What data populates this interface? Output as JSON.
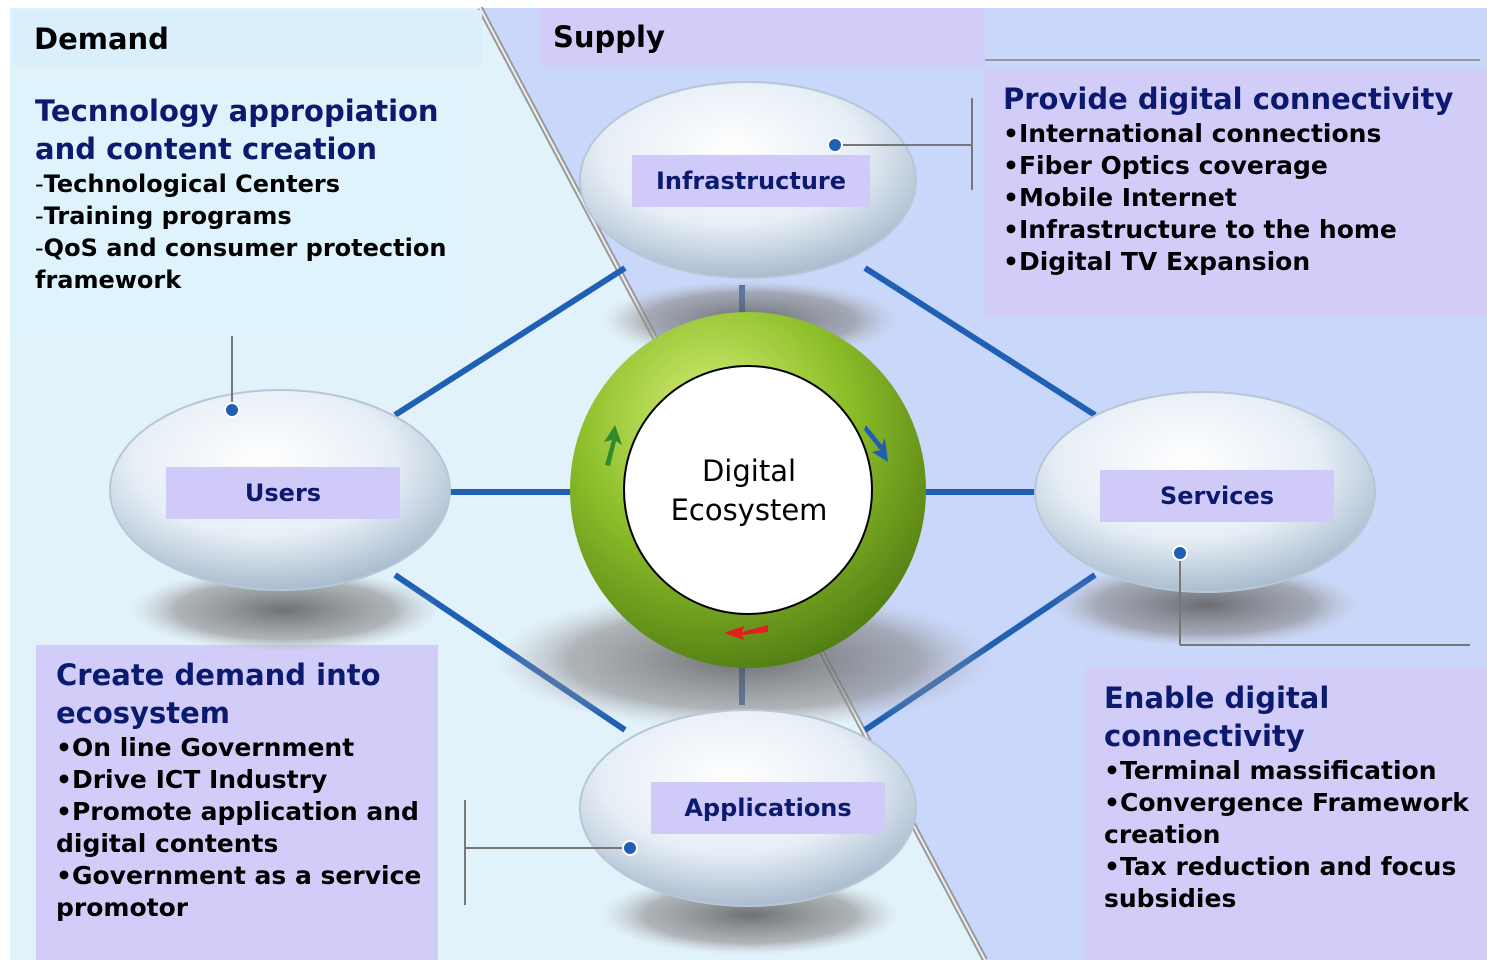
{
  "panels": {
    "demand_title": "Demand",
    "supply_title": "Supply"
  },
  "center": {
    "line1": "Digital",
    "line2": "Ecosystem"
  },
  "nodes": {
    "infrastructure": "Infrastructure",
    "users": "Users",
    "services": "Services",
    "applications": "Applications"
  },
  "top_left": {
    "heading_line1": "Tecnnology appropiation",
    "heading_line2": "and content creation",
    "items": [
      "Technological Centers",
      "Training programs",
      "QoS and consumer protection",
      "framework"
    ],
    "dash": "-"
  },
  "top_right": {
    "heading": "Provide digital connectivity",
    "items": [
      "•International connections",
      "•Fiber Optics coverage",
      "•Mobile Internet",
      "•Infrastructure to the home",
      "•Digital TV Expansion"
    ]
  },
  "bottom_left": {
    "heading_line1": "Create demand into",
    "heading_line2": "ecosystem",
    "items": [
      "•On line Government",
      "•Drive ICT Industry",
      "•Promote application and",
      "digital contents",
      "•Government as a service",
      "promotor"
    ]
  },
  "bottom_right": {
    "heading_line1": "Enable digital",
    "heading_line2": "connectivity",
    "items": [
      "•Terminal massification",
      "•Convergence Framework",
      "creation",
      "•Tax reduction and focus",
      "subsidies"
    ]
  },
  "colors": {
    "demand_bg": "#e2f2fb",
    "supply_bg": "#c9d7fa",
    "panel_box": "#d2cdf8",
    "heading": "#0b1a6e",
    "connector": "#1f5fb4",
    "ring_green": "#8dbf2a"
  }
}
